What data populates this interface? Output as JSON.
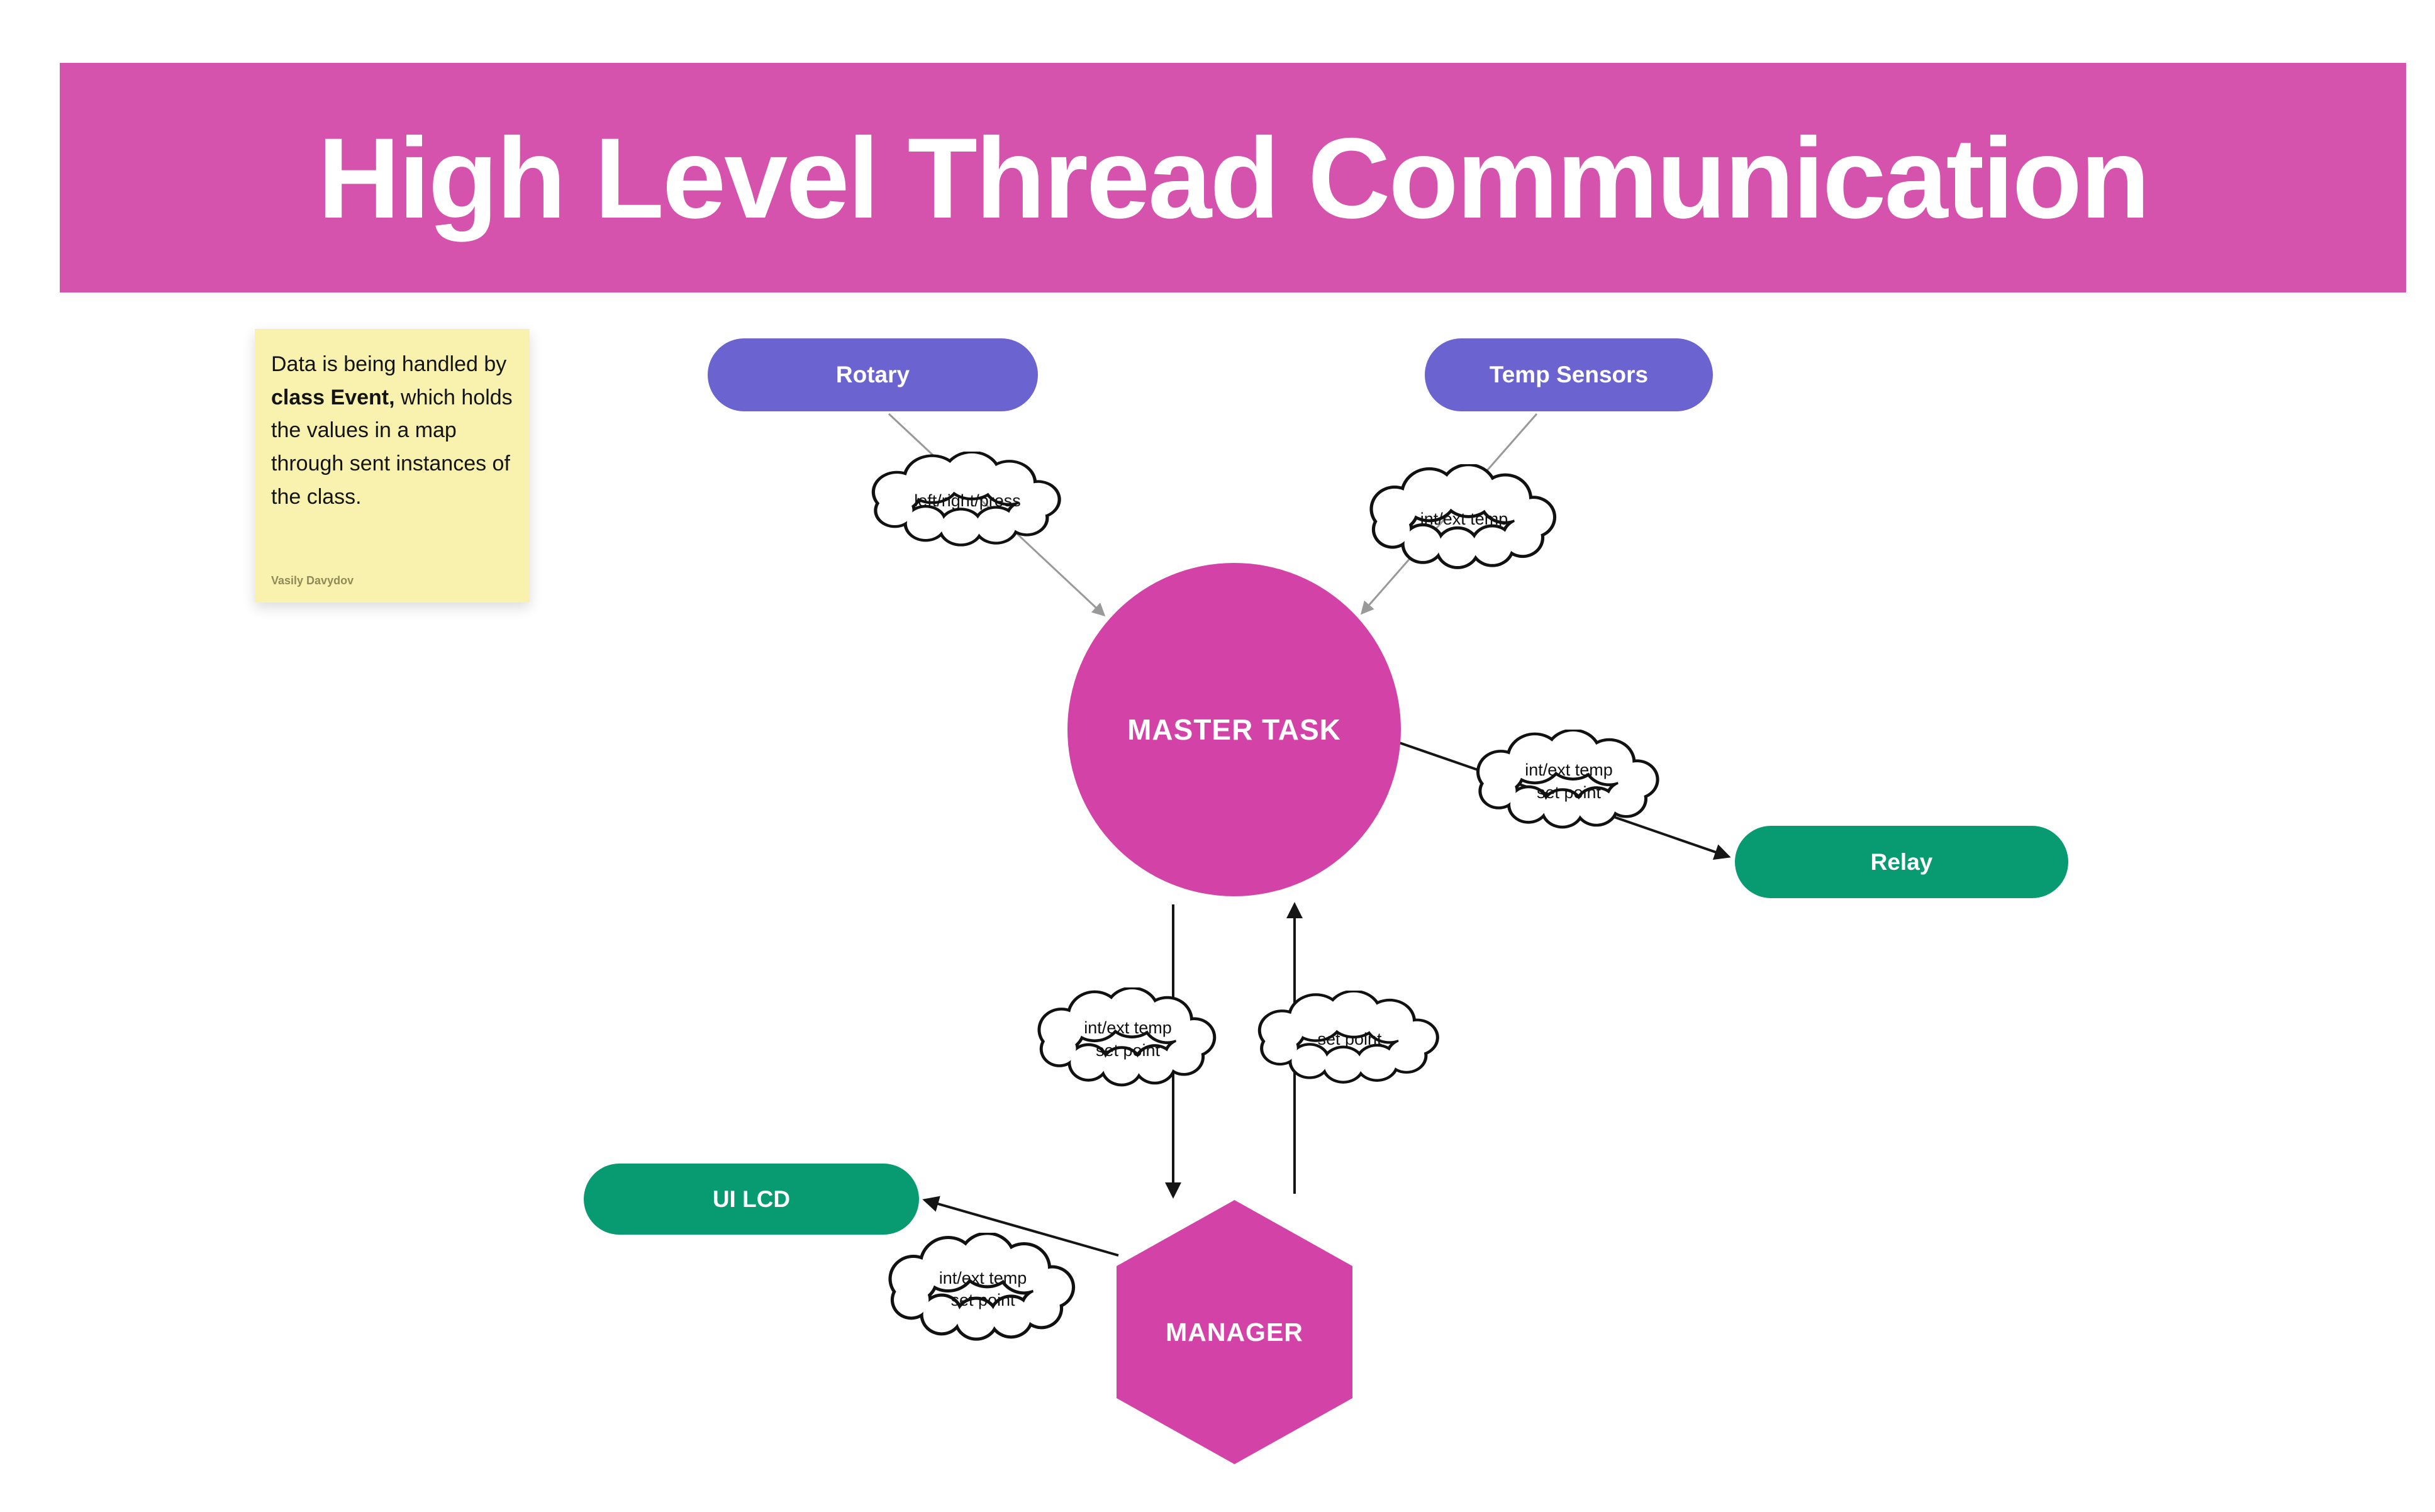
{
  "title": "High Level Thread Communication",
  "note": {
    "text_part1": "Data is being handled by ",
    "text_bold": "class Event,",
    "text_part2": " which holds the values in a map through sent instances of the class.",
    "author": "Vasily Davydov"
  },
  "nodes": {
    "rotary": {
      "label": "Rotary"
    },
    "temp_sensors": {
      "label": "Temp Sensors"
    },
    "master_task": {
      "label": "MASTER TASK"
    },
    "relay": {
      "label": "Relay"
    },
    "ui_lcd": {
      "label": "UI LCD"
    },
    "manager": {
      "label": "MANAGER"
    }
  },
  "edges": {
    "rotary_to_master": {
      "label": "left/right/press",
      "from": "Rotary",
      "to": "MASTER TASK"
    },
    "temp_to_master": {
      "label": "int/ext temp",
      "from": "Temp Sensors",
      "to": "MASTER TASK"
    },
    "master_to_relay": {
      "label": "int/ext temp\nset point",
      "from": "MASTER TASK",
      "to": "Relay"
    },
    "master_to_manager": {
      "label": "int/ext temp\nset point",
      "from": "MASTER TASK",
      "to": "MANAGER"
    },
    "manager_to_master": {
      "label": "set point",
      "from": "MANAGER",
      "to": "MASTER TASK"
    },
    "manager_to_uilcd": {
      "label": "int/ext temp\nset point",
      "from": "MANAGER",
      "to": "UI LCD"
    }
  },
  "colors": {
    "banner_pink": "#d553ad",
    "node_pink": "#d343a7",
    "node_purple": "#6a63d0",
    "node_green": "#089b72",
    "note_yellow": "#f9f2ae",
    "arrow_gray": "#999999",
    "arrow_black": "#151515",
    "cloud_outline": "#111111"
  }
}
